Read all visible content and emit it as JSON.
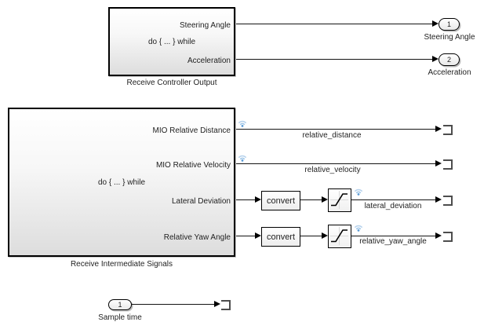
{
  "subsystem_controller": {
    "name": "Receive Controller Output",
    "body": "do { ... } while",
    "port_steering": "Steering Angle",
    "port_acceleration": "Acceleration"
  },
  "subsystem_intermediate": {
    "name": "Receive Intermediate Signals",
    "body": "do { ... } while",
    "port_mio_distance": "MIO Relative Distance",
    "port_mio_velocity": "MIO Relative Velocity",
    "port_lateral_deviation": "Lateral Deviation",
    "port_relative_yaw": "Relative Yaw Angle"
  },
  "outports": {
    "steering": {
      "number": "1",
      "label": "Steering Angle"
    },
    "acceleration": {
      "number": "2",
      "label": "Acceleration"
    }
  },
  "inport_sample_time": {
    "number": "1",
    "label": "Sample time"
  },
  "converters": {
    "label": "convert"
  },
  "signals": {
    "relative_distance": "relative_distance",
    "relative_velocity": "relative_velocity",
    "lateral_deviation": "lateral_deviation",
    "relative_yaw_angle": "relative_yaw_angle"
  },
  "colors": {
    "background": "#ffffff",
    "wire": "#141414",
    "block_border": "#000000",
    "block_gradient_bottom": "#dddddd",
    "terminator_stroke": "#4d4d4d",
    "wifi_arc": "#9ec6e8",
    "wifi_dot": "#5b9bd5",
    "saturation_axis": "#d9d9d9"
  }
}
